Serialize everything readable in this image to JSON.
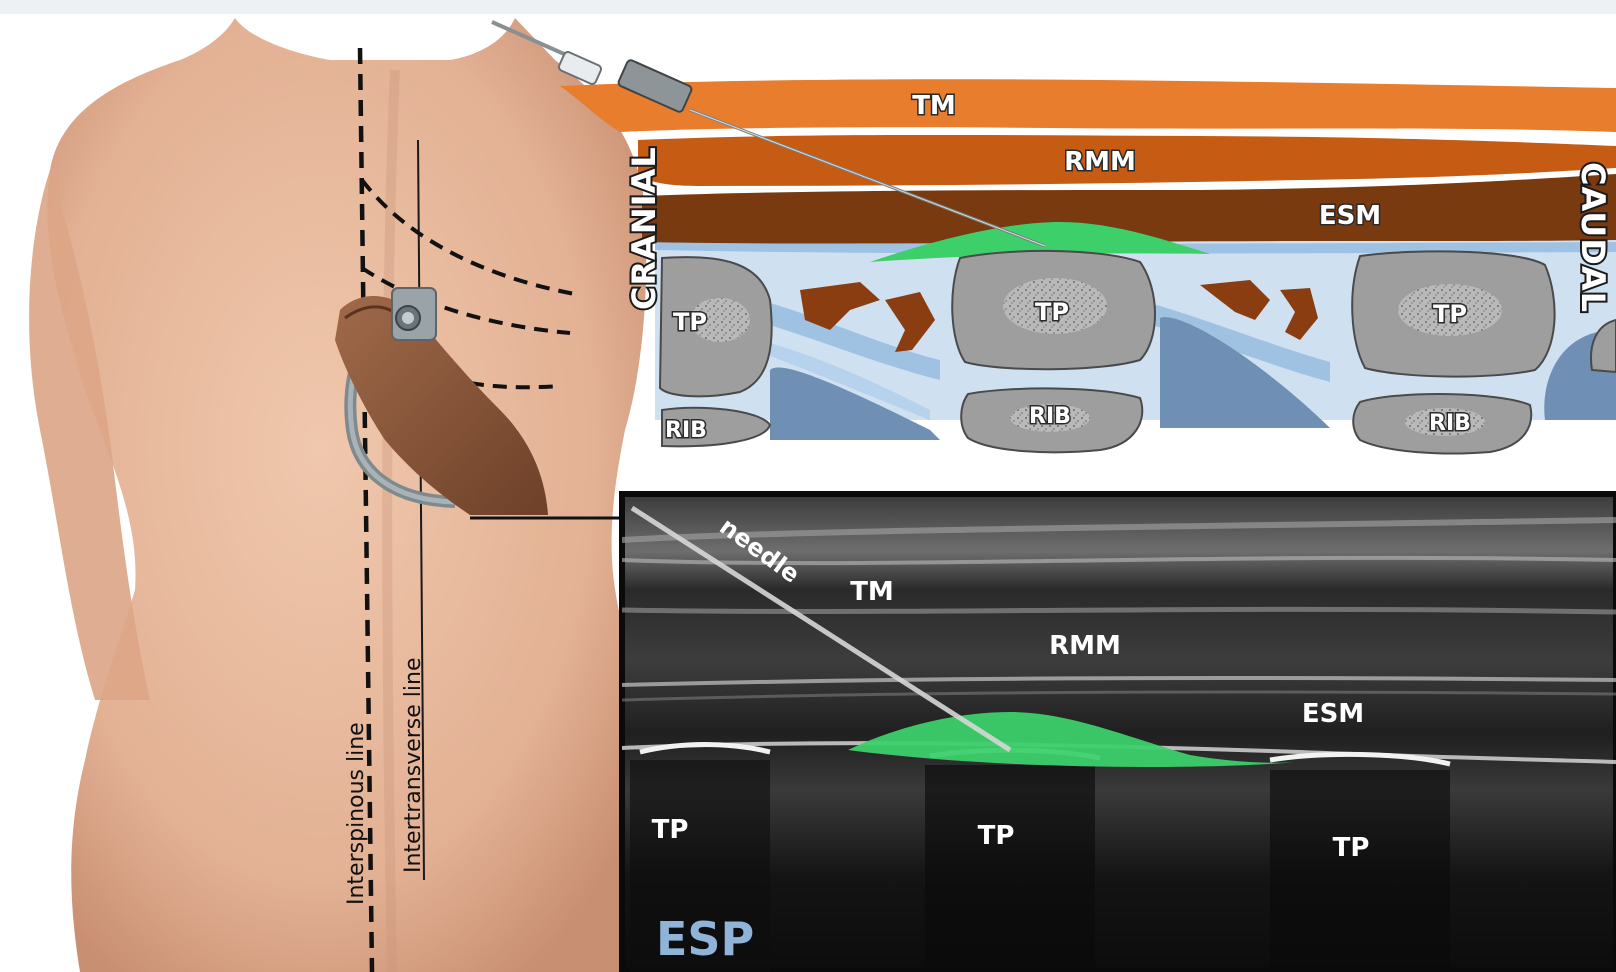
{
  "labels": {
    "tm": "TM",
    "rmm": "RMM",
    "esm": "ESM",
    "tp": "TP",
    "rib": "RIB",
    "cranial": "CRANIAL",
    "caudal": "CAUDAL",
    "needle": "needle",
    "block": "ESP",
    "interspinous_line": "Interspinous line",
    "intertransverse_line": "Intertransverse line"
  },
  "colors": {
    "trapezius": "#e87d2e",
    "rhomboid": "#c65c14",
    "erector_spinae": "#7a3a10",
    "injectate": "#3ccf6a",
    "bone": "#9e9e9e",
    "fascia": "#a9cbe8",
    "pleura": "#6f8fb5",
    "skin": "#e7b89b",
    "block_label": "#8fb4d8"
  }
}
